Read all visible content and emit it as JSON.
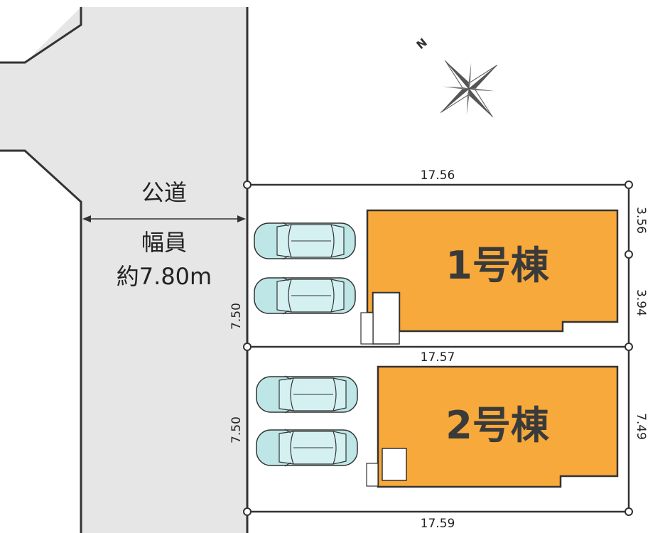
{
  "road": {
    "label": "公道",
    "width_label": "幅員",
    "width_value": "約7.80m"
  },
  "compass": {
    "north_label": "N"
  },
  "buildings": [
    {
      "name": "1号棟",
      "color": "#f7a93b"
    },
    {
      "name": "2号棟",
      "color": "#f7a93b"
    }
  ],
  "dimensions": {
    "top": "17.56",
    "middle": "17.57",
    "bottom": "17.59",
    "lot1_depth": "7.50",
    "lot2_depth": "7.50",
    "right_upper": "3.56",
    "right_lower": "3.94",
    "right_lot2": "7.49"
  },
  "colors": {
    "road": "#e6e6e6",
    "building": "#f7a93b",
    "car": "#bfe6e6",
    "line": "#333333"
  }
}
